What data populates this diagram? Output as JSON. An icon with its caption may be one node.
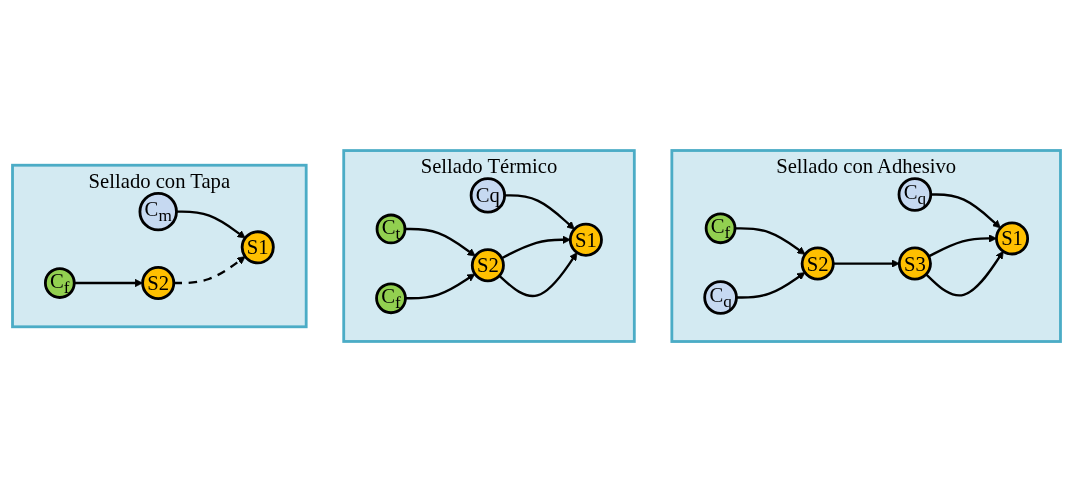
{
  "diagram": {
    "nodes": [
      {
        "text": [
          "Sellado con Tapa"
        ]
      },
      {
        "text": [
          "C$_{f}$"
        ],
        "in": 0
      },
      {
        "text": [
          "C$_{m}$"
        ],
        "in": 0
      },
      {
        "text": [
          "S2"
        ],
        "in": 0
      },
      {
        "text": [
          "S1"
        ],
        "in": 0
      },
      {
        "text": [
          "Sellado Térmico"
        ]
      },
      {
        "text": [
          "C$_{f}$"
        ],
        "in": 5
      },
      {
        "text": [
          "Cq"
        ],
        "in": 5
      },
      {
        "text": [
          "C$_{t}$"
        ],
        "in": 5
      },
      {
        "text": [
          "S2"
        ],
        "in": 5
      },
      {
        "text": [
          "S1"
        ],
        "in": 5
      },
      {
        "text": [
          "Sellado con Adhesivo"
        ]
      },
      {
        "text": [
          "C$_{f}$"
        ],
        "in": 11
      },
      {
        "text": [
          "C$_{q}$"
        ],
        "in": 11
      },
      {
        "text": [
          "C$_{q}$"
        ],
        "in": 11
      },
      {
        "text": [
          "S2"
        ],
        "in": 11
      },
      {
        "text": [
          "S3"
        ],
        "in": 11
      },
      {
        "text": [
          "S1"
        ],
        "in": 11
      }
    ],
    "edges": [
      {
        "from": 1,
        "to": 3,
        "arrow": "to"
      },
      {
        "from": 2,
        "to": 4,
        "arrow": "to"
      },
      {
        "from": 3,
        "to": 4,
        "arrow": "to",
        "style": "dashed"
      },
      {
        "from": 8,
        "to": 9,
        "arrow": "to"
      },
      {
        "from": 6,
        "to": 9,
        "arrow": "to"
      },
      {
        "from": 7,
        "to": 10,
        "arrow": "to"
      },
      {
        "from": 9,
        "to": 10,
        "arrow": "to"
      },
      {
        "from": 9,
        "to": 10,
        "arrow": "to"
      },
      {
        "from": 12,
        "to": 15,
        "arrow": "to"
      },
      {
        "from": 13,
        "to": 15,
        "arrow": "to"
      },
      {
        "from": 14,
        "to": 17,
        "arrow": "to"
      },
      {
        "from": 15,
        "to": 16,
        "arrow": "to"
      },
      {
        "from": 16,
        "to": 17,
        "arrow": "to"
      },
      {
        "from": 16,
        "to": 17,
        "arrow": "to"
      }
    ]
  }
}
